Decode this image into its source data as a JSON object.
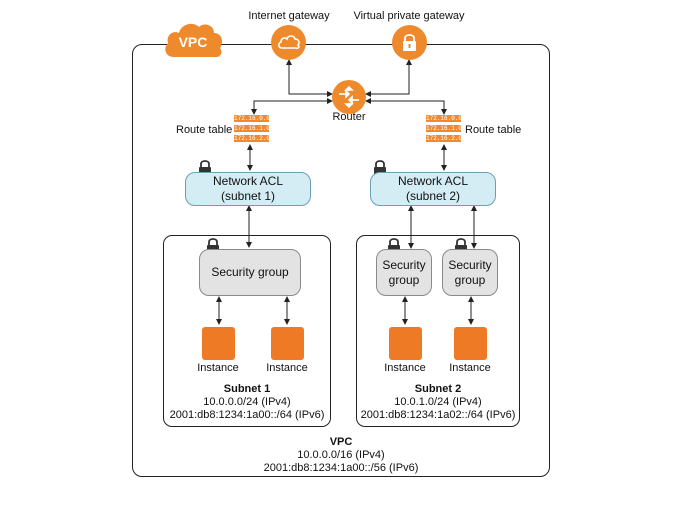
{
  "colors": {
    "orange": "#ee7a25",
    "acl_fill": "#d4ecf3",
    "sg_fill": "#e3e3e3",
    "line": "#222222"
  },
  "vpc": {
    "badge": "VPC",
    "caption_title": "VPC",
    "caption_ipv4": "10.0.0.0/16 (IPv4)",
    "caption_ipv6": "2001:db8:1234:1a00::/56 (IPv6)"
  },
  "gateways": {
    "internet": "Internet gateway",
    "vpg": "Virtual private gateway"
  },
  "router": {
    "label": "Router"
  },
  "route_tables": {
    "label": "Route table",
    "left_rows": [
      "172.16.0.0",
      "172.16.1.0",
      "172.16.2.0"
    ],
    "right_rows": [
      "172.16.0.0",
      "172.16.1.0",
      "172.16.2.0"
    ]
  },
  "acls": [
    {
      "line1": "Network ACL",
      "line2": "(subnet 1)"
    },
    {
      "line1": "Network ACL",
      "line2": "(subnet 2)"
    }
  ],
  "subnet1": {
    "security_group": "Security group",
    "instances": [
      "Instance",
      "Instance"
    ],
    "title": "Subnet 1",
    "ipv4": "10.0.0.0/24 (IPv4)",
    "ipv6": "2001:db8:1234:1a00::/64 (IPv6)"
  },
  "subnet2": {
    "security_groups": [
      {
        "line1": "Security",
        "line2": "group"
      },
      {
        "line1": "Security",
        "line2": "group"
      }
    ],
    "instances": [
      "Instance",
      "Instance"
    ],
    "title": "Subnet 2",
    "ipv4": "10.0.1.0/24 (IPv4)",
    "ipv6": "2001:db8:1234:1a02::/64 (IPv6)"
  }
}
